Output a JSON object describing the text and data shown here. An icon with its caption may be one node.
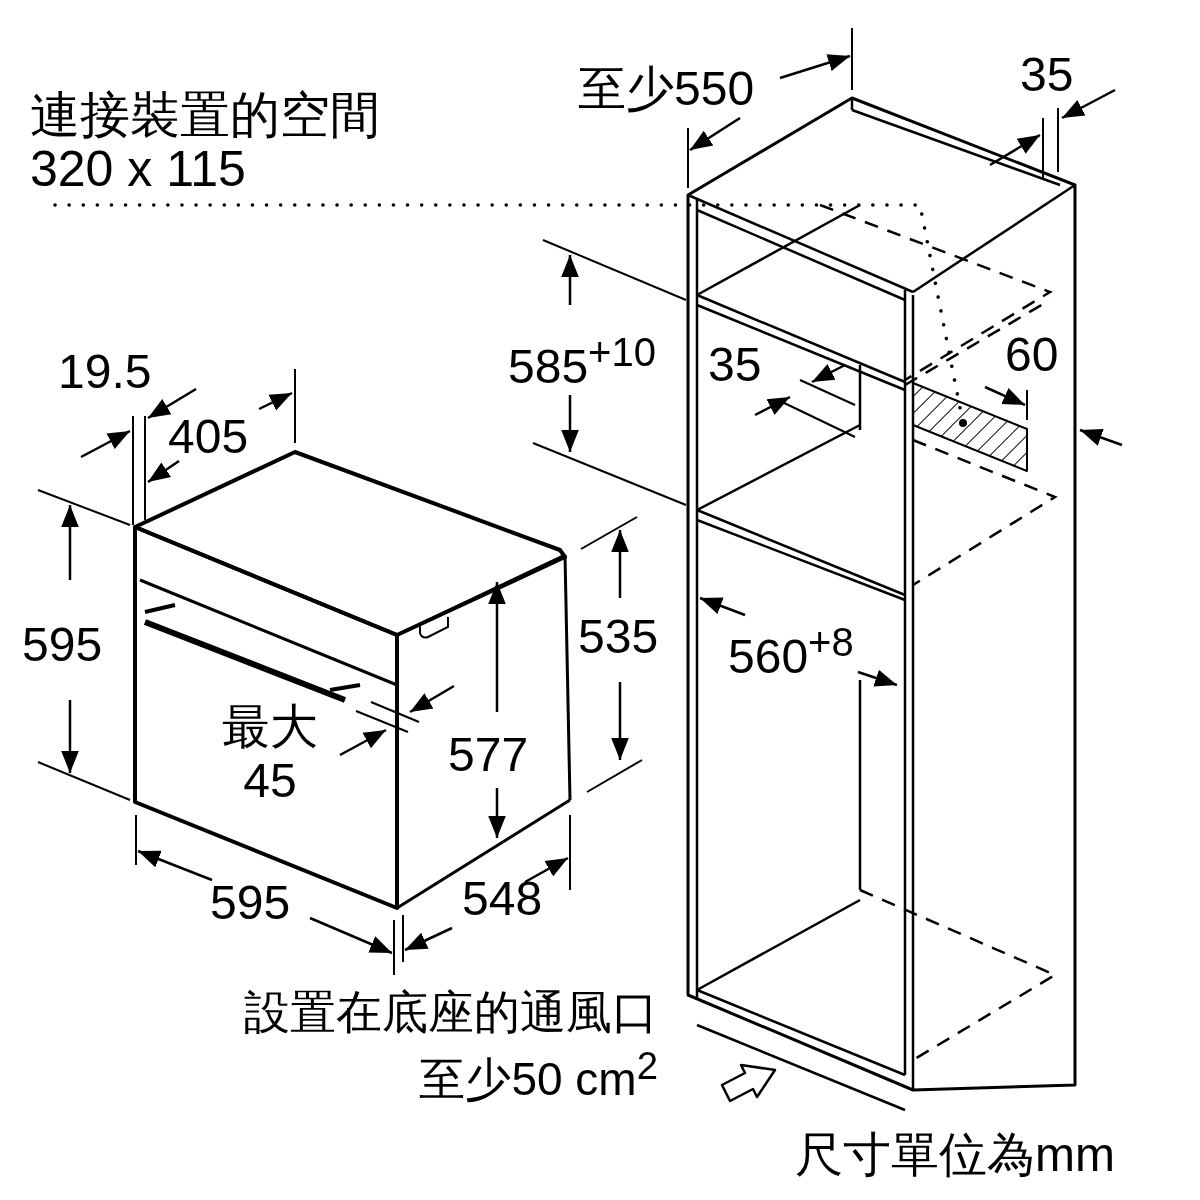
{
  "diagram": {
    "nodes": [
      {
        "text": [
          "連接裝置的空間 320 x 115"
        ]
      },
      {
        "text": [],
        "shape": "box"
      }
    ],
    "edges": [
      {
        "from": 0,
        "to": 1,
        "arrow": "none",
        "style": "dashed"
      }
    ],
    "labels": [
      "至少550",
      "35",
      "585$^{+10}$",
      "35",
      "60",
      "19.5",
      "405",
      "595",
      "535",
      "560$^{+8}$",
      "最大45",
      "577",
      "595",
      "548",
      "設置在底座的通風口至少50 cm$^{2}$",
      "尺寸單位為mm"
    ]
  }
}
